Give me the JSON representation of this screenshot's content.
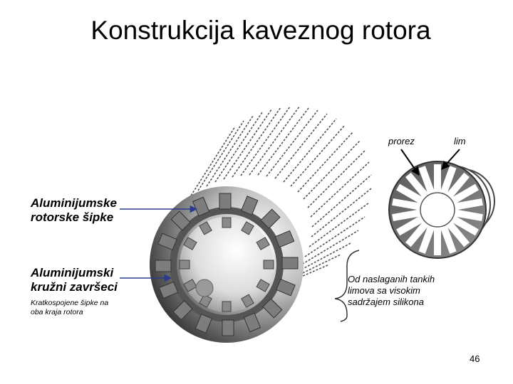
{
  "slide": {
    "title": "Konstrukcija kaveznog rotora",
    "page_number": "46"
  },
  "labels": {
    "rotor_bars_line1": "Aluminijumske",
    "rotor_bars_line2": "rotorske šipke",
    "end_rings_line1": "Aluminijumski",
    "end_rings_line2": "kružni završeci",
    "short_circuit_line1": "Kratkospojene šipke na",
    "short_circuit_line2": "oba kraja rotora",
    "laminations_line1": "Od naslaganih tankih",
    "laminations_line2": "limova sa visokim",
    "laminations_line3": "sadržajem silikona",
    "slot": "prorez",
    "sheet": "lim"
  },
  "colors": {
    "arrow": "#2b3a8f",
    "rotor_dark": "#3a3a3a",
    "rotor_light": "#f2f2f2",
    "bar_fill": "#7d7d7d",
    "lamination_fill": "#6f6f6f"
  }
}
